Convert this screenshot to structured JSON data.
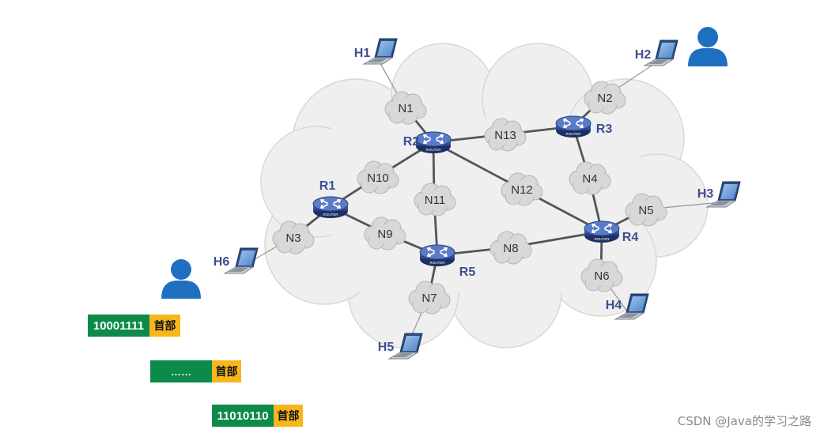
{
  "hosts": [
    {
      "id": "H1",
      "label": "H1"
    },
    {
      "id": "H2",
      "label": "H2"
    },
    {
      "id": "H3",
      "label": "H3"
    },
    {
      "id": "H4",
      "label": "H4"
    },
    {
      "id": "H5",
      "label": "H5"
    },
    {
      "id": "H6",
      "label": "H6"
    }
  ],
  "networks": [
    {
      "id": "N1",
      "label": "N1"
    },
    {
      "id": "N2",
      "label": "N2"
    },
    {
      "id": "N3",
      "label": "N3"
    },
    {
      "id": "N4",
      "label": "N4"
    },
    {
      "id": "N5",
      "label": "N5"
    },
    {
      "id": "N6",
      "label": "N6"
    },
    {
      "id": "N7",
      "label": "N7"
    },
    {
      "id": "N8",
      "label": "N8"
    },
    {
      "id": "N9",
      "label": "N9"
    },
    {
      "id": "N10",
      "label": "N10"
    },
    {
      "id": "N11",
      "label": "N11"
    },
    {
      "id": "N12",
      "label": "N12"
    },
    {
      "id": "N13",
      "label": "N13"
    }
  ],
  "routers": [
    {
      "id": "R1",
      "label": "R1"
    },
    {
      "id": "R2",
      "label": "R2"
    },
    {
      "id": "R3",
      "label": "R3"
    },
    {
      "id": "R4",
      "label": "R4"
    },
    {
      "id": "R5",
      "label": "R5"
    }
  ],
  "router_badge": "ROUTER",
  "links": [
    [
      "H1",
      "N1"
    ],
    [
      "N1",
      "R2"
    ],
    [
      "R2",
      "N13"
    ],
    [
      "N13",
      "R3"
    ],
    [
      "R3",
      "N2"
    ],
    [
      "N2",
      "H2"
    ],
    [
      "R3",
      "N4"
    ],
    [
      "N4",
      "R4"
    ],
    [
      "R4",
      "N5"
    ],
    [
      "N5",
      "H3"
    ],
    [
      "R4",
      "N6"
    ],
    [
      "N6",
      "H4"
    ],
    [
      "R2",
      "N12"
    ],
    [
      "N12",
      "R4"
    ],
    [
      "R2",
      "N10"
    ],
    [
      "N10",
      "R1"
    ],
    [
      "R2",
      "N11"
    ],
    [
      "N11",
      "R5"
    ],
    [
      "R1",
      "N3"
    ],
    [
      "N3",
      "H6"
    ],
    [
      "R1",
      "N9"
    ],
    [
      "N9",
      "R5"
    ],
    [
      "R5",
      "N8"
    ],
    [
      "N8",
      "R4"
    ],
    [
      "R5",
      "N7"
    ],
    [
      "N7",
      "H5"
    ]
  ],
  "users": [
    {
      "id": "user-right"
    },
    {
      "id": "user-left"
    }
  ],
  "packets": [
    {
      "data": "10001111",
      "header": "首部"
    },
    {
      "data": "……",
      "header": "首部"
    },
    {
      "data": "11010110",
      "header": "首部"
    }
  ],
  "watermark": "CSDN @Java的学习之路",
  "colors": {
    "data": "#0b8a4a",
    "header": "#f7b71c",
    "label": "#3d4f8f",
    "user": "#1f6fc1",
    "router": "#2f4d94"
  }
}
